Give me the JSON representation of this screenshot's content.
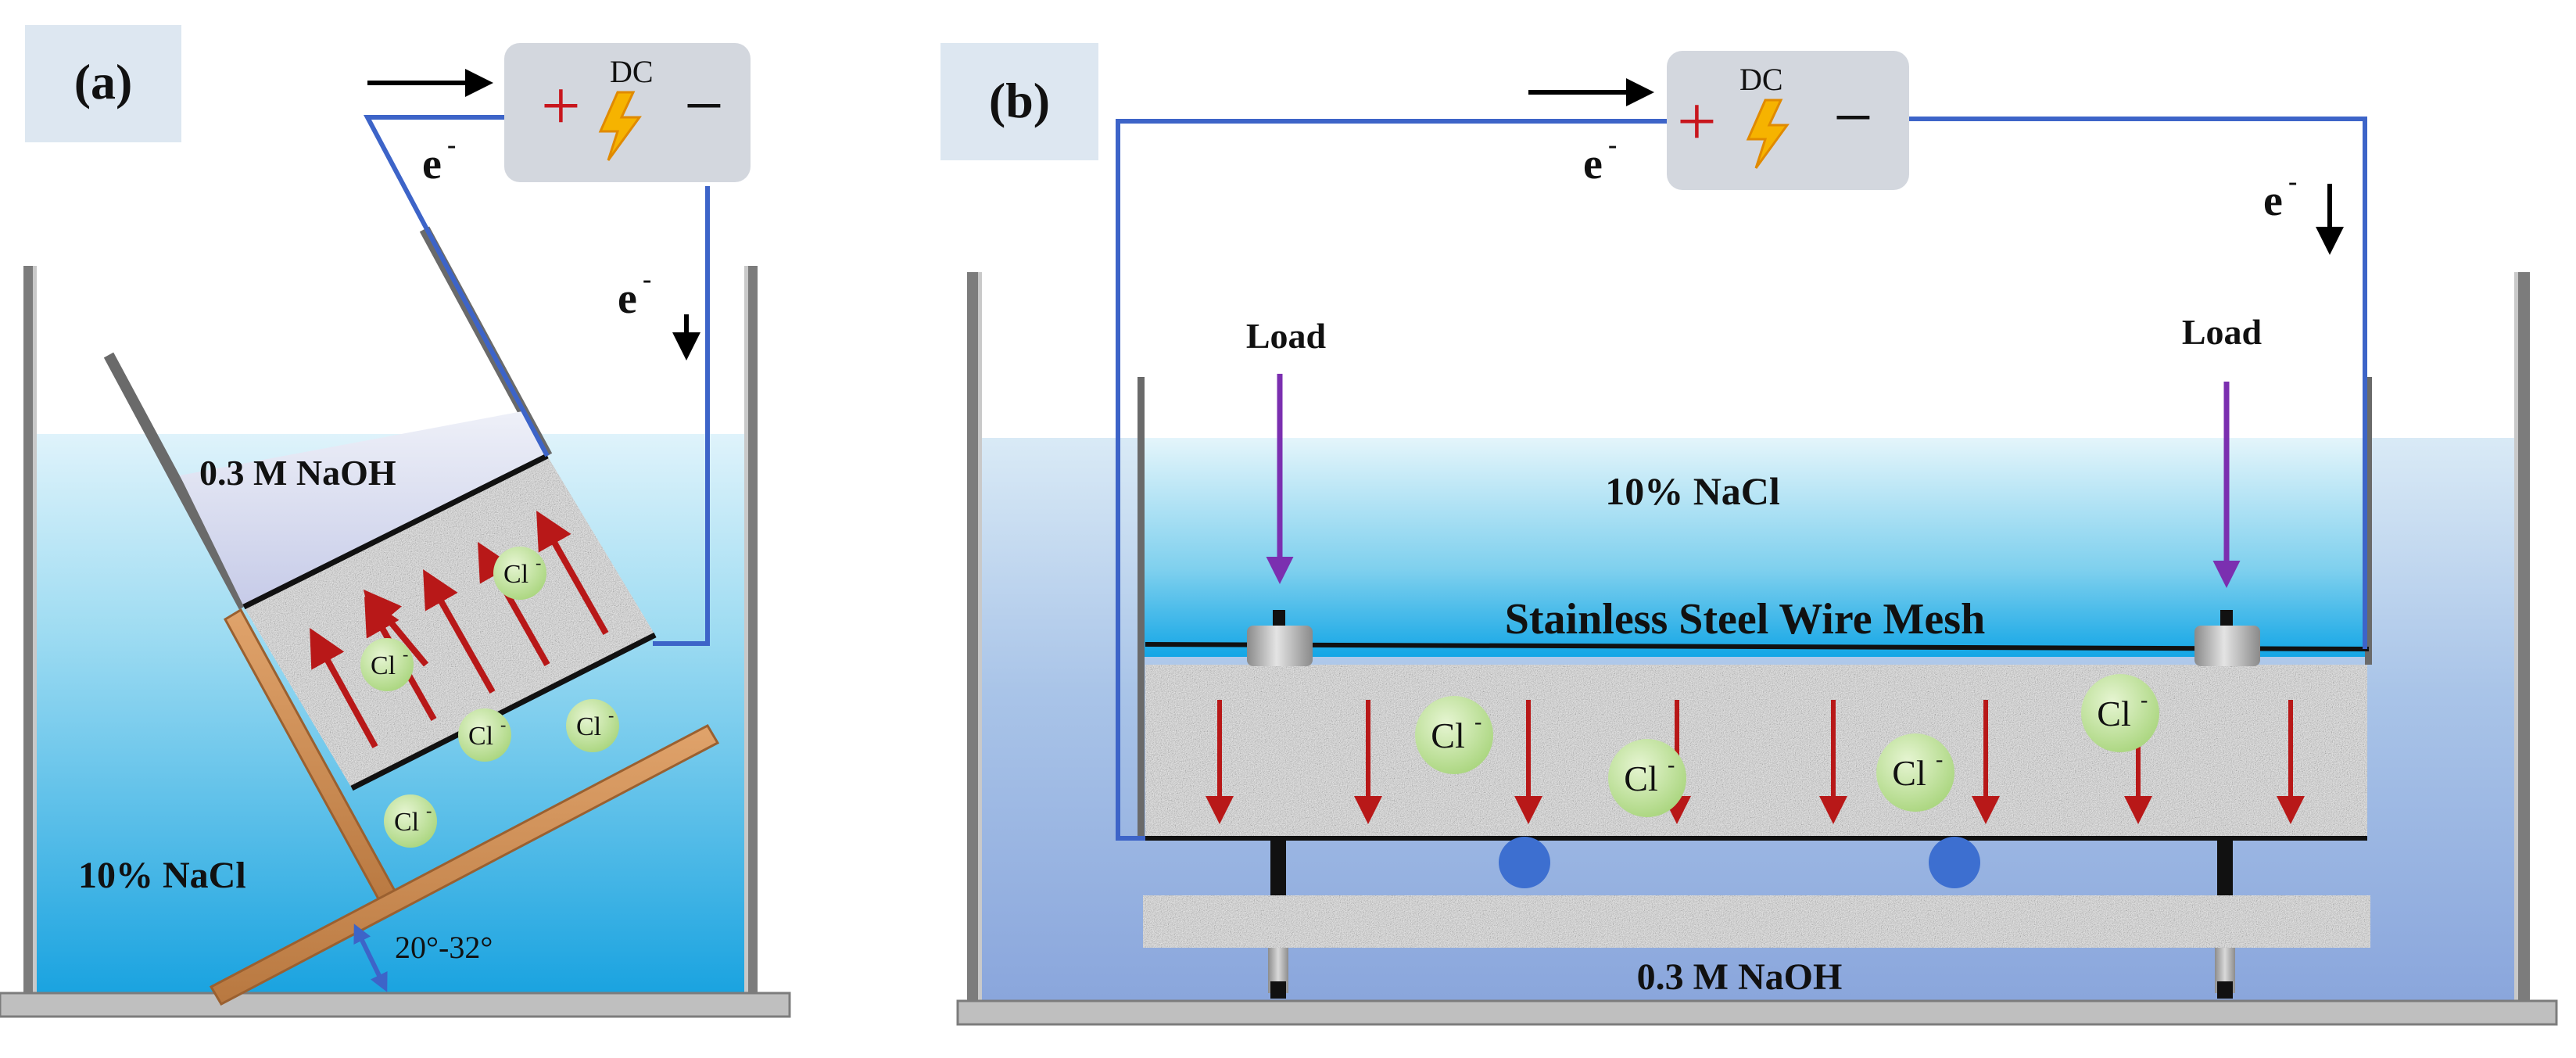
{
  "panel_a": {
    "label": "(a)",
    "top_solution": "0.3 M NaOH",
    "bath_solution": "10%  NaCl",
    "angle": "20°-32°",
    "power": {
      "label": "DC",
      "plus": "+",
      "minus": "−"
    },
    "electron": "e",
    "electron_charge": "-",
    "ion": "Cl",
    "ion_charge": "-"
  },
  "panel_b": {
    "label": "(b)",
    "top_solution": "10%  NaCl",
    "bottom_solution": "0.3 M NaOH",
    "mesh": "Stainless Steel Wire Mesh",
    "load": "Load",
    "power": {
      "label": "DC",
      "plus": "+",
      "minus": "−"
    },
    "electron": "e",
    "electron_charge": "-",
    "ion": "Cl",
    "ion_charge": "-"
  },
  "colors": {
    "wire": "#3d64c8",
    "arrow_red": "#b81818",
    "load_arrow": "#7b2fb0",
    "ion_fill": "#c6e6a6",
    "plus": "#c8161d",
    "bolt": "#f6b300",
    "label_bg": "#dde7f1"
  }
}
